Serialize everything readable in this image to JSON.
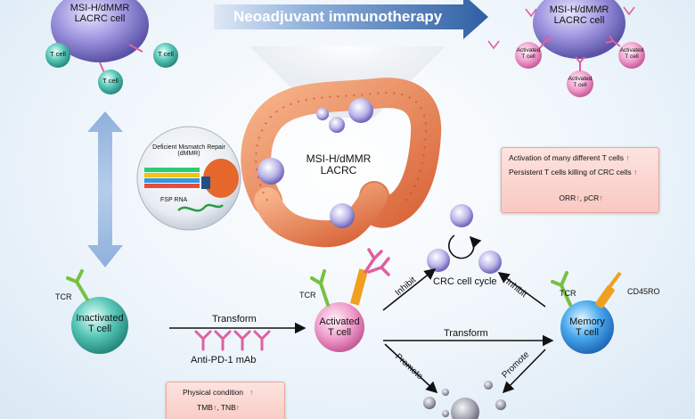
{
  "banner": {
    "text": "Neoadjuvant immunotherapy"
  },
  "tumor_cell_top_left": {
    "label_line1": "MSI-H/dMMR",
    "label_line2": "LACRC cell",
    "t_cell_labels": [
      "T cell",
      "T cell",
      "T cell"
    ]
  },
  "tumor_cell_top_right": {
    "label_line1": "MSI-H/dMMR",
    "label_line2": "LACRC cell",
    "t_cell_labels": [
      "Activated T cell",
      "Activated T cell",
      "Activated T cell"
    ]
  },
  "dmmr_inset": {
    "title_line1": "Deficient Mismatch Repair",
    "title_line2": "(dMMR)",
    "rna_label": "FSP RNA"
  },
  "colon": {
    "label_line1": "MSI-H/dMMR",
    "label_line2": "LACRC"
  },
  "outcome_box": {
    "line1": "Activation of many different T cells",
    "line2": "Persistent T cells killing of CRC cells",
    "line3_a": "ORR",
    "line3_b": "pCR",
    "arrow_symbol": "↑"
  },
  "cell_cycle": {
    "label": "CRC cell cycle",
    "inhibit_left": "Inhibit",
    "inhibit_right": "Inhibit"
  },
  "inactivated_cell": {
    "line1": "Inactivated",
    "line2": "T cell",
    "receptor": "TCR"
  },
  "activated_cell": {
    "line1": "Activated",
    "line2": "T cell",
    "receptor": "TCR"
  },
  "memory_cell": {
    "line1": "Memory",
    "line2": "T cell",
    "receptor": "TCR",
    "marker": "CD45RO"
  },
  "arrows": {
    "transform_left": "Transform",
    "transform_right": "Transform",
    "promote_left": "Promote",
    "promote_right": "Promote"
  },
  "antibody": {
    "label": "Anti-PD-1 mAb"
  },
  "condition_box": {
    "line1": "Physical condition",
    "line2_a": "TMB",
    "line2_b": "TNB",
    "arrow_symbol": "↑"
  },
  "colors": {
    "banner_blue": "#2f5fa3",
    "tumor_purple": "#7b72c9",
    "t_cell_teal": "#2fa39a",
    "activated_pink": "#e486b8",
    "memory_blue": "#2f7fd6",
    "box_pink": "#f9c9c2",
    "tcr_green": "#77c043",
    "antibody_pink": "#e0609f",
    "cd45ro_orange": "#f0a020"
  }
}
